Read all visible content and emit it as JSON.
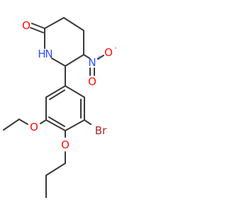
{
  "molecule": {
    "atoms": {
      "carbonyl_oxygen": "O",
      "ring_nitrogen": "N",
      "ring_nitrogen_h": "H",
      "nitro_nitrogen": "N",
      "nitro_plus": "+",
      "nitro_oxygen_top": "O",
      "nitro_oxygen_top_minus": "-",
      "nitro_oxygen_bottom": "O",
      "ethoxy_oxygen_upper": "O",
      "ethoxy_oxygen_lower": "O",
      "bromine": "Br"
    },
    "colors": {
      "bond": "#3a3a3a",
      "oxygen": "#ff0d0d",
      "nitrogen": "#3050f8",
      "bromine": "#a62929"
    }
  }
}
